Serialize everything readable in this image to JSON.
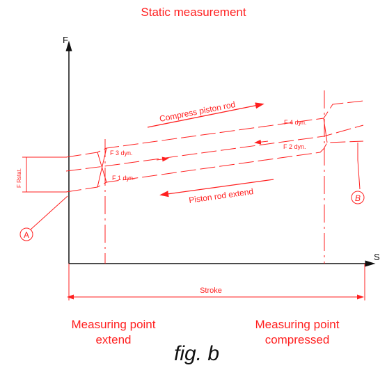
{
  "title": "Static measurement",
  "axes": {
    "y_label": "F",
    "x_label": "S"
  },
  "labels": {
    "compress": "Compress piston rod",
    "extend": "Piston rod extend",
    "f1": "F 1 dyn.",
    "f2": "F 2 dyn.",
    "f3": "F 3 dyn.",
    "f4": "F 4 dyn.",
    "f_rstat": "F Rstat.",
    "stroke": "Stroke",
    "marker_a": "A",
    "marker_b": "B"
  },
  "bottom": {
    "left_line1": "Measuring point",
    "left_line2": "extend",
    "right_line1": "Measuring point",
    "right_line2": "compressed"
  },
  "caption": "fig. b",
  "colors": {
    "accent": "#ff1f1f",
    "axis": "#111111"
  }
}
